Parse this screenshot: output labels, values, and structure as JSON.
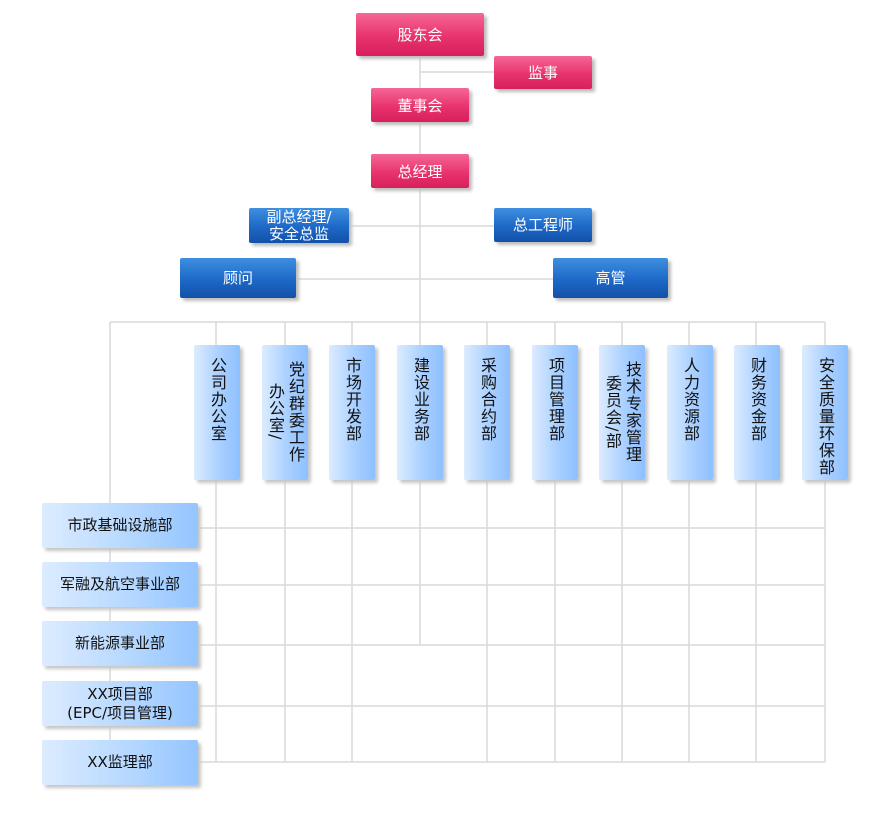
{
  "top": {
    "shareholders": "股东会",
    "supervisor": "监事",
    "board": "董事会",
    "gm": "总经理",
    "deputy": "副总经理/\n安全总监",
    "chief_engineer": "总工程师",
    "advisor": "顾问",
    "executives": "高管"
  },
  "departments": [
    "公司办公室",
    "党纪群委工作办公室/",
    "市场开发部",
    "建设业务部",
    "采购合约部",
    "项目管理部",
    "技术专家管理委员会/部",
    "人力资源部",
    "财务资金部",
    "安全质量环保部"
  ],
  "business_units": [
    "市政基础设施部",
    "军融及航空事业部",
    "新能源事业部",
    "XX项目部\n(EPC/项目管理)",
    "XX监理部"
  ],
  "colors": {
    "governance": "#e8336d",
    "management": "#1d68c6",
    "department": "#a9d0ff",
    "connector": "#d9d9d9"
  }
}
